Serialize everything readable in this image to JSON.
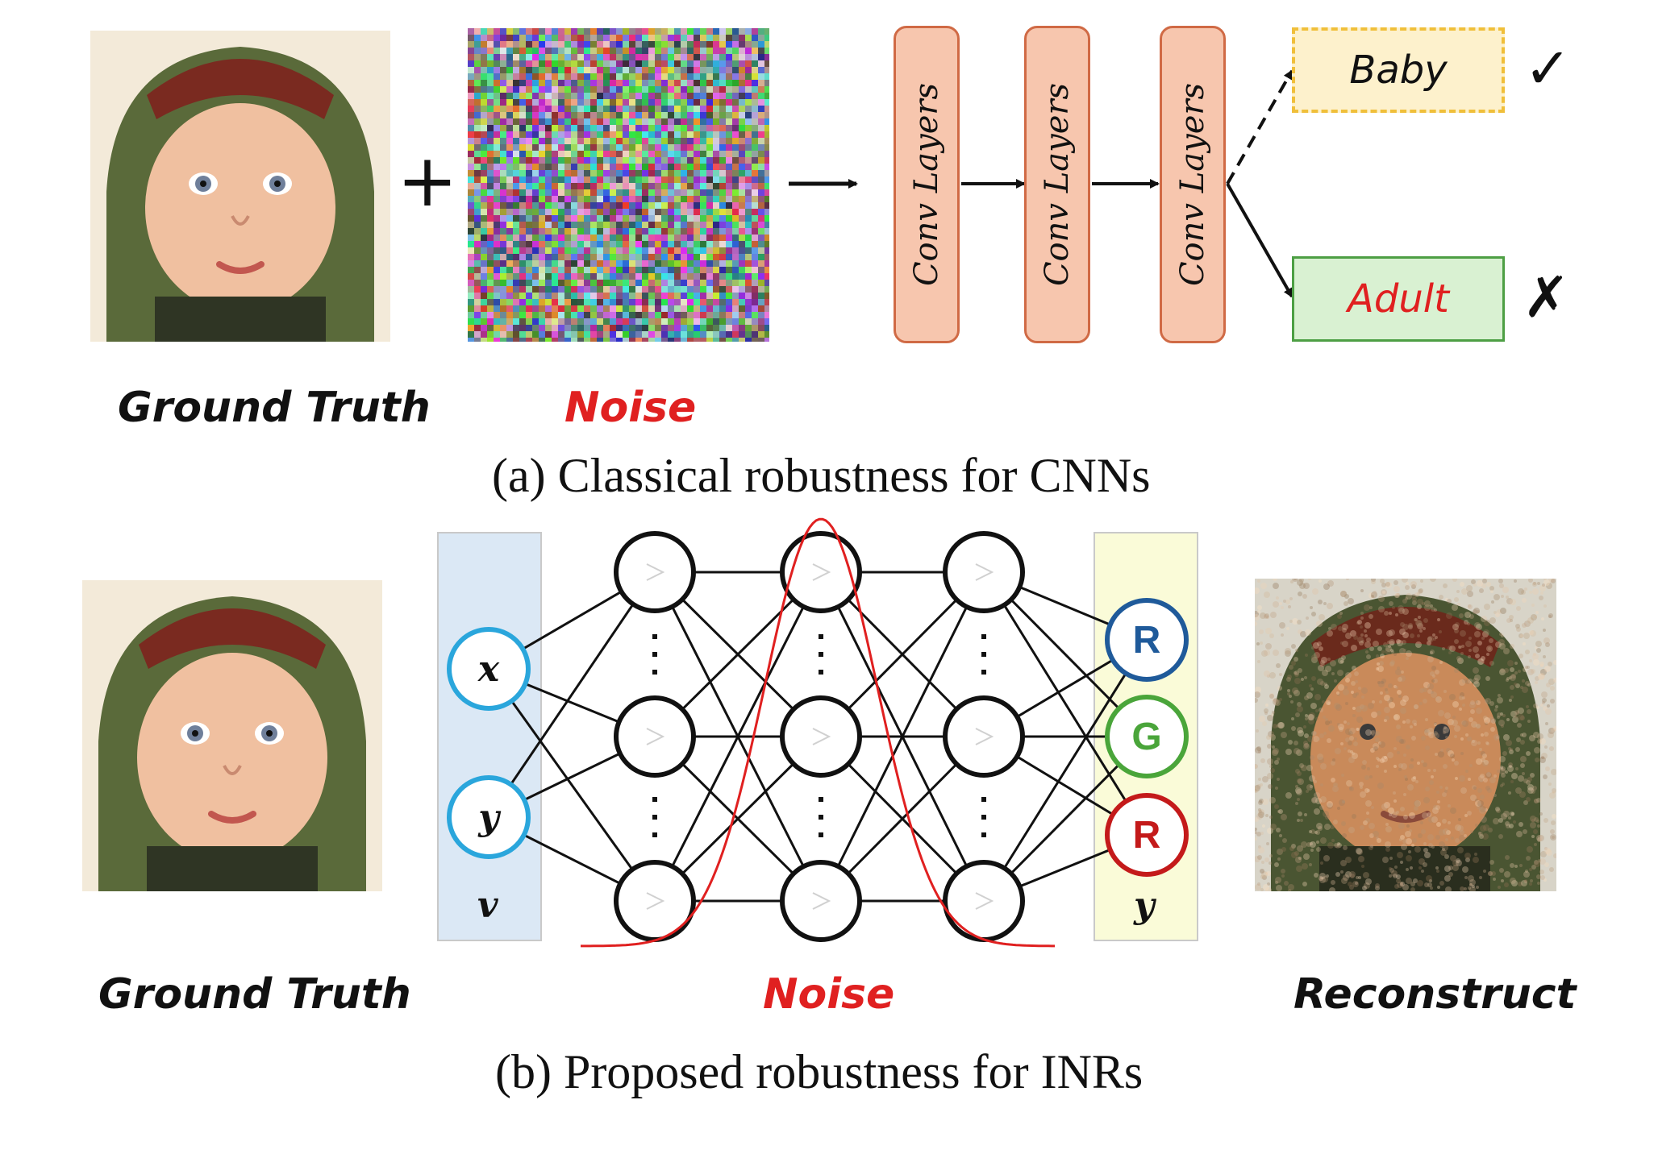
{
  "top": {
    "ground_truth_label": "Ground Truth",
    "noise_label": "Noise",
    "plus_symbol": "+",
    "conv_layers": [
      "Conv Layers",
      "Conv Layers",
      "Conv Layers"
    ],
    "outputs": [
      {
        "label": "Baby",
        "mark": "✓",
        "text_color": "#111111",
        "fill": "#fdf1cc",
        "border": "#f0bf3a"
      },
      {
        "label": "Adult",
        "mark": "✗",
        "text_color": "#e02020",
        "fill": "#d9f1d2",
        "border": "#4d9f44"
      }
    ],
    "caption": "(a) Classical robustness for CNNs"
  },
  "bottom": {
    "ground_truth_label": "Ground Truth",
    "noise_label": "Noise",
    "reconstruct_label": "Reconstruct",
    "input_nodes": [
      "x",
      "y"
    ],
    "input_column_label": "v",
    "output_nodes": [
      {
        "label": "R",
        "color": "#1f5a9a"
      },
      {
        "label": "G",
        "color": "#4aa53a"
      },
      {
        "label": "R",
        "color": "#c41a1a"
      }
    ],
    "output_column_label": "y",
    "caption": "(b) Proposed robustness for INRs"
  },
  "colors": {
    "noise_text": "#e02020",
    "input_column_fill": "#dbe8f5",
    "output_column_fill": "#fafbd8",
    "input_node_stroke": "#2aa6dc",
    "gaussian_curve": "#e02020"
  }
}
